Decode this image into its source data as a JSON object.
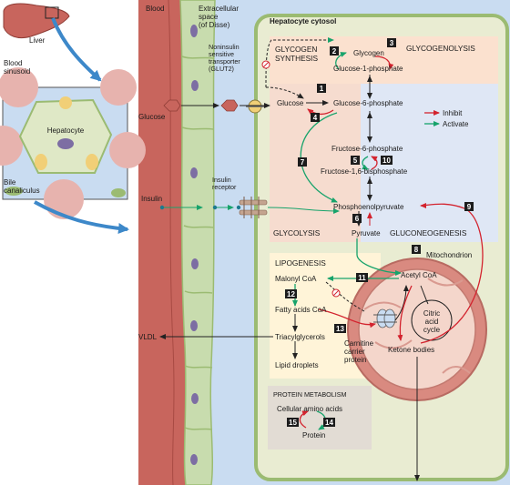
{
  "liver_inset": {
    "liver_label": "Liver",
    "sinusoid_label_1": "Blood",
    "sinusoid_label_2": "sinusoid",
    "hepatocyte_label": "Hepatocyte",
    "bile_label_1": "Bile",
    "bile_label_2": "canaliculus"
  },
  "columns": {
    "blood": "Blood",
    "extracellular_1": "Extracellular",
    "extracellular_2": "space",
    "extracellular_3": "(of Disse)",
    "cytosol": "Hepatocyte cytosol"
  },
  "transport": {
    "glut2_1": "Noninsulin",
    "glut2_2": "sensitive",
    "glut2_3": "transporter",
    "glut2_4": "(GLUT2)",
    "glucose_outside": "Glucose",
    "insulin": "Insulin",
    "insulin_receptor_1": "Insulin",
    "insulin_receptor_2": "receptor"
  },
  "legend": {
    "inhibit": "Inhibit",
    "activate": "Activate",
    "inhibit_color": "#d3232e",
    "activate_color": "#17a36b"
  },
  "pathways": {
    "glycogen_synthesis_1": "GLYCOGEN",
    "glycogen_synthesis_2": "SYNTHESIS",
    "glycogenolysis": "GLYCOGENOLYSIS",
    "glycolysis": "GLYCOLYSIS",
    "gluconeogenesis": "GLUCONEOGENESIS",
    "lipogenesis": "LIPOGENESIS",
    "protein_metabolism": "PROTEIN METABOLISM"
  },
  "metabolites": {
    "glycogen": "Glycogen",
    "glucose_1_p": "Glucose-1-phosphate",
    "glucose": "Glucose",
    "glucose_6_p": "Glucose-6-phosphate",
    "fructose_6_p": "Fructose-6-phosphate",
    "fructose_16_bp": "Fructose-1,6-bisphosphate",
    "pep": "Phosphoenolpyruvate",
    "pyruvate": "Pyruvate",
    "mitochondrion": "Mitochondrion",
    "acetyl_coa": "Acetyl CoA",
    "citric_1": "Citric",
    "citric_2": "acid",
    "citric_3": "cycle",
    "ketone_bodies": "Ketone bodies",
    "malonyl_coa": "Malonyl CoA",
    "fatty_acids_coa": "Fatty acids CoA",
    "triacylglycerols": "Triacylglycerols",
    "lipid_droplets": "Lipid droplets",
    "carnitine_1": "Carnitine",
    "carnitine_2": "carrier",
    "carnitine_3": "protein",
    "vldl": "VLDL",
    "amino_acids": "Cellular amino acids",
    "protein": "Protein"
  },
  "steps": {
    "s1": "1",
    "s2": "2",
    "s3": "3",
    "s4": "4",
    "s5": "5",
    "s6": "6",
    "s7": "7",
    "s8": "8",
    "s9": "9",
    "s10": "10",
    "s11": "11",
    "s12": "12",
    "s13": "13",
    "s14": "14",
    "s15": "15"
  },
  "colors": {
    "blood_vessel": "#c8655d",
    "extracellular": "#c9dcf1",
    "cell_border": "#9bbb72",
    "cytosol": "#e9ecd2",
    "gluconeogenesis_box": "#dfe7f5",
    "glycolysis_box": "#f6dccf",
    "mitochondrion": "#d98a80",
    "lipid_box": "#fff4d8",
    "step_box": "#1c1c1c"
  }
}
